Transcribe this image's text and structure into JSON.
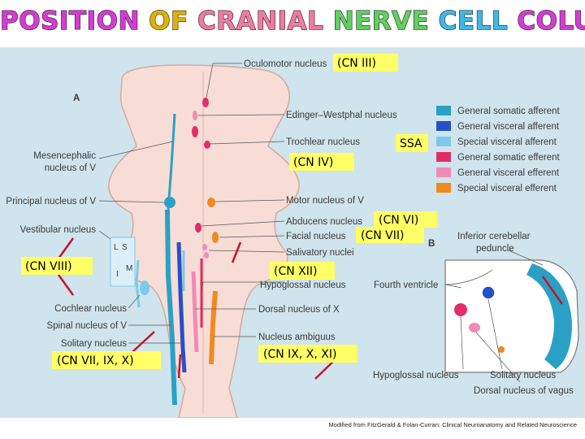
{
  "title_words": [
    {
      "text": "POSITION",
      "color": "#d63bd6"
    },
    {
      "text": "OF",
      "color": "#e0b000"
    },
    {
      "text": "CRANIAL",
      "color": "#f07aa0"
    },
    {
      "text": "NERVE",
      "color": "#60d060"
    },
    {
      "text": "CELL",
      "color": "#40b8e8"
    },
    {
      "text": "COLUMN",
      "color": "#d63bd6"
    }
  ],
  "panel_labels": {
    "a": "A",
    "b": "B"
  },
  "legend": [
    {
      "label": "General somatic afferent",
      "color": "#2aa1c4"
    },
    {
      "label": "General visceral afferent",
      "color": "#2550c8"
    },
    {
      "label": "Special visceral afferent",
      "color": "#7ec8ec"
    },
    {
      "label": "General somatic efferent",
      "color": "#e22d68"
    },
    {
      "label": "General visceral efferent",
      "color": "#f28ab6"
    },
    {
      "label": "Special visceral efferent",
      "color": "#f08a1e"
    }
  ],
  "nuclei_labels": {
    "oculomotor": "Oculomotor nucleus",
    "edinger": "Edinger–Westphal nucleus",
    "trochlear": "Trochlear nucleus",
    "mesencephalic": "Mesencephalic",
    "mesencephalic2": "nucleus of V",
    "principal": "Principal nucleus of V",
    "motor_v": "Motor nucleus of V",
    "abducens": "Abducens nucleus",
    "facial": "Facial nucleus",
    "salivatory": "Salivatory nuclei",
    "vestibular": "Vestibular nucleus",
    "hypoglossal": "Hypoglossal nucleus",
    "cochlear": "Cochlear nucleus",
    "dorsal_x": "Dorsal nucleus of X",
    "spinal_v": "Spinal nucleus of V",
    "solitary": "Solitary nucleus",
    "ambiguus": "Nucleus ambiguus"
  },
  "vestibular_letters": {
    "l": "L",
    "s": "S",
    "m": "M",
    "i": "I"
  },
  "panel_b_labels": {
    "inferior": "Inferior cerebellar",
    "inferior2": "peduncle",
    "fourth": "Fourth ventricle",
    "hypoglossal": "Hypoglossal nucleus",
    "solitary": "Solitary nucleus",
    "dorsal_vagus": "Dorsal nucleus of vagus"
  },
  "annotations": {
    "cn3": "(CN III)",
    "cn4": "(CN IV)",
    "ssa": "SSA",
    "cn6": "(CN VI)",
    "cn7": "(CN VII)",
    "cn8": "(CN VIII)",
    "cn12": "(CN XII)",
    "cn79": "(CN VII, IX, X)",
    "cn9": "(CN IX, X, XI)"
  },
  "credit": "Modified from FitzGerald & Folan-Curran: Clinical Neuroanatomy and Related Neuroscience",
  "colors": {
    "background": "#cfe4ec",
    "brainstem": "#f7ddd6",
    "highlight": "#ffff66",
    "arrow": "#c8102e"
  }
}
